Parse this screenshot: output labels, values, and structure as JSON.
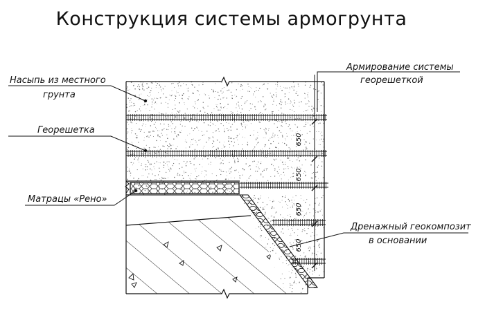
{
  "title": "Конструкция системы армогрунта",
  "labels": {
    "backfill_line1": "Насыпь из местного",
    "backfill_line2": "грунта",
    "geogrid": "Георешетка",
    "reno": "Матрацы «Рено»",
    "reinforcement_line1": "Армирование системы",
    "reinforcement_line2": "георешеткой",
    "drain_line1": "Дренажный геокомпозит",
    "drain_line2": "в основании"
  },
  "dimensions": [
    "650",
    "650",
    "650",
    "650"
  ],
  "colors": {
    "line": "#111111",
    "speckle": "#6f6f6f",
    "background": "#ffffff"
  }
}
